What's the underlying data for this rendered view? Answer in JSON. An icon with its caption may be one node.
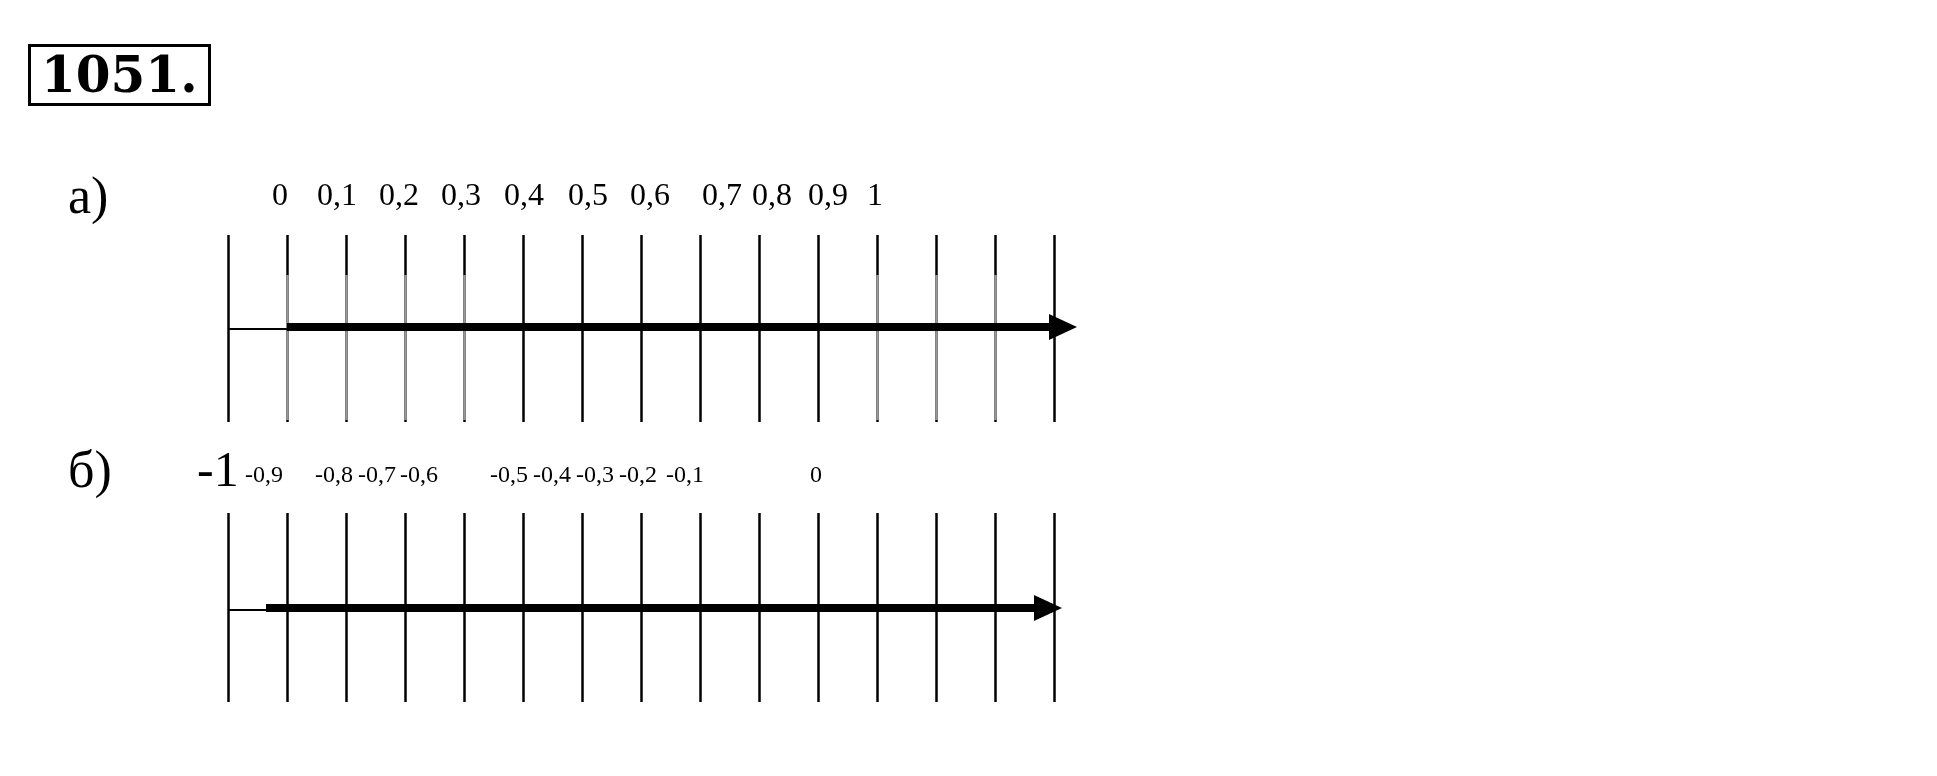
{
  "diagram": {
    "title": "1051.",
    "labels": [
      "а)",
      "0",
      "0,1",
      "0,2",
      "0,3",
      "0,4",
      "0,5",
      "0,6",
      "0,7",
      "0,8",
      "0,9",
      "1",
      "б)",
      "-1",
      "-0,9",
      "-0,8",
      "-0,7",
      "-0,6",
      "-0,5",
      "-0,4",
      "-0,3",
      "-0,2",
      "-0,1",
      "0"
    ]
  }
}
